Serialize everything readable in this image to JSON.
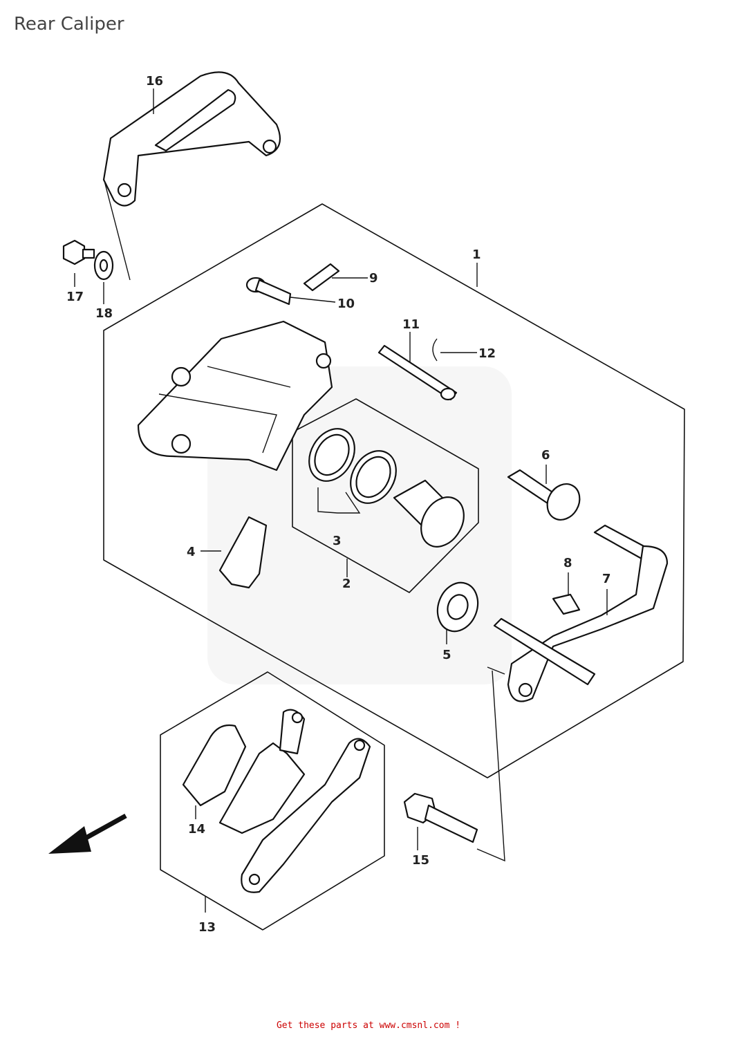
{
  "title": "Rear Caliper",
  "footer": "Get these parts at www.cmsnl.com !",
  "callouts": [
    "1",
    "2",
    "3",
    "4",
    "5",
    "6",
    "7",
    "8",
    "9",
    "10",
    "11",
    "12",
    "13",
    "14",
    "15",
    "16",
    "17",
    "18"
  ],
  "colors": {
    "footer_text": "#cc0000",
    "line_art": "#111111",
    "watermark": "#cfcfcf"
  },
  "icons": [
    "direction-arrow-icon"
  ]
}
